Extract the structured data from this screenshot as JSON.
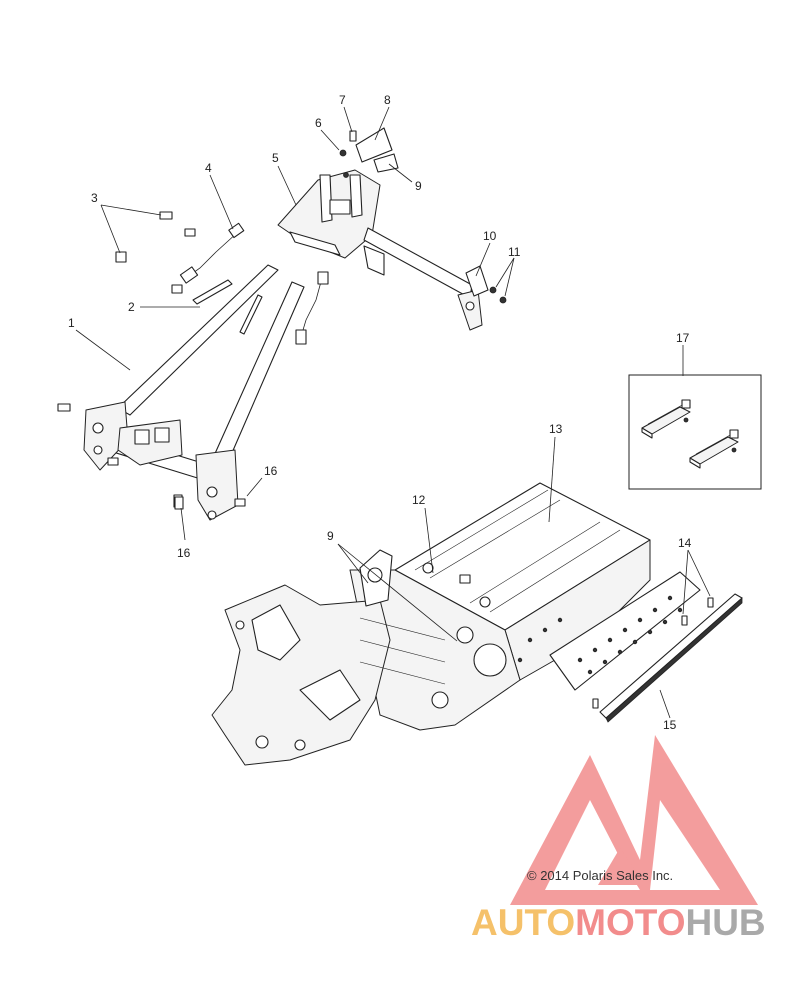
{
  "callouts": {
    "c1": "1",
    "c2": "2",
    "c3": "3",
    "c4": "4",
    "c5": "5",
    "c6": "6",
    "c7": "7",
    "c8": "8",
    "c9a": "9",
    "c9b": "9",
    "c10": "10",
    "c11": "11",
    "c12": "12",
    "c13": "13",
    "c14": "14",
    "c15": "15",
    "c16a": "16",
    "c16b": "16",
    "c17": "17"
  },
  "copyright": "© 2014 Polaris Sales Inc.",
  "watermark": {
    "part1": "AUTO",
    "part2": "MOTO",
    "part3": "HUB",
    "colors": {
      "auto": "#f5c16a",
      "moto": "#f28c8c",
      "hub": "#a9a9a9",
      "logo": "#f28c8c"
    }
  }
}
